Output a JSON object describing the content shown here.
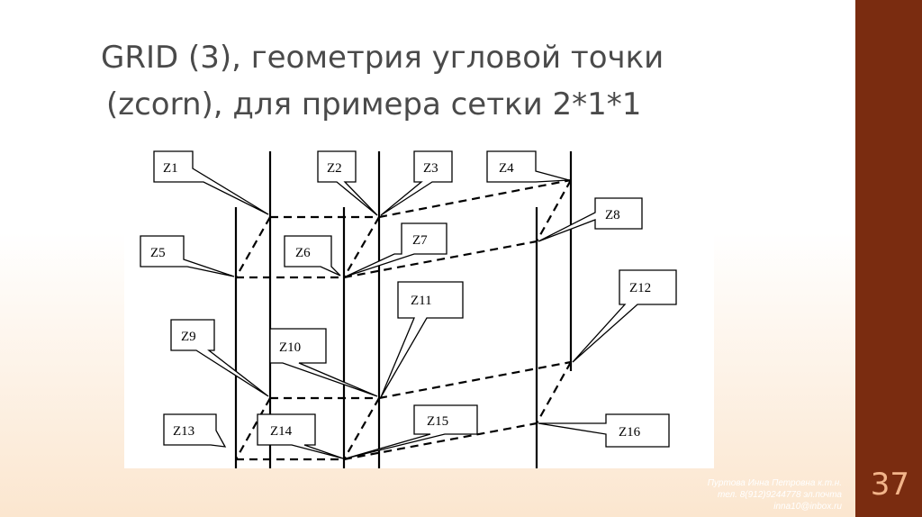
{
  "slide": {
    "title_line1": "GRID (3), геометрия угловой точки",
    "title_line2": "(zcorn), для примера сетки 2*1*1",
    "number": "37",
    "footer_lines": [
      "Пуртова Инна Петровна к.т.н.",
      "тел. 8(912)9244778 эл.почта",
      "inna10@inbox.ru"
    ]
  },
  "figure": {
    "labels": [
      "Z1",
      "Z2",
      "Z3",
      "Z4",
      "Z5",
      "Z6",
      "Z7",
      "Z8",
      "Z9",
      "Z10",
      "Z11",
      "Z12",
      "Z13",
      "Z14",
      "Z15",
      "Z16"
    ]
  },
  "colors": {
    "sidebar": "#7a2c10",
    "slide_number": "#f2b48a",
    "title": "#4a4a4a"
  }
}
